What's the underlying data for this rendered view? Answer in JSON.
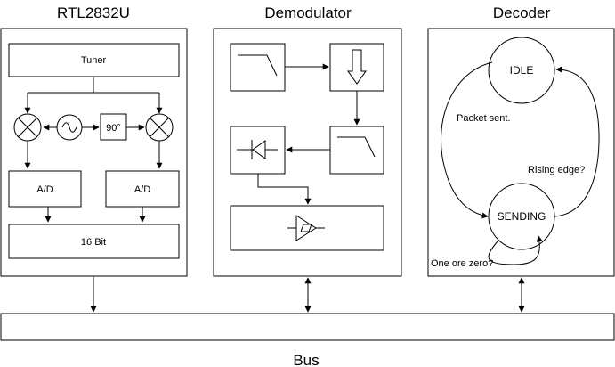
{
  "blocks": {
    "rtl": {
      "title": "RTL2832U",
      "tuner": "Tuner",
      "phase": "90°",
      "ad_left": "A/D",
      "ad_right": "A/D",
      "bits": "16 Bit"
    },
    "demodulator": {
      "title": "Demodulator"
    },
    "decoder": {
      "title": "Decoder",
      "state_idle": "IDLE",
      "state_sending": "SENDING",
      "edge_packet_sent": "Packet sent.",
      "edge_rising": "Rising edge?",
      "edge_loop": "One ore zero?"
    }
  },
  "bus": {
    "label": "Bus"
  }
}
